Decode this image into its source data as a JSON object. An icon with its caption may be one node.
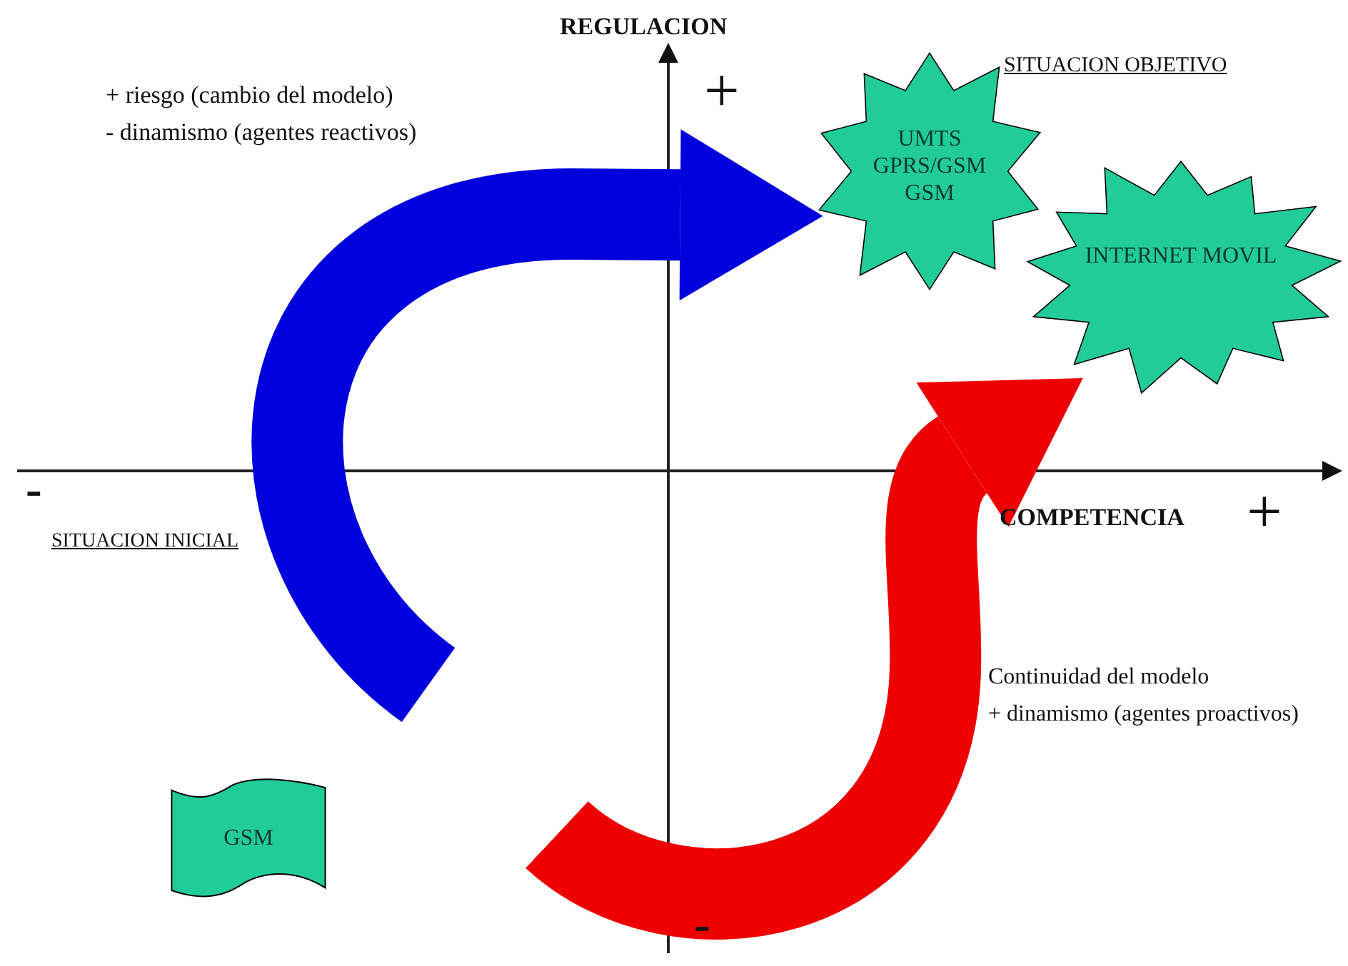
{
  "diagram": {
    "nodes": [
      {
        "text": [
          "UMTS GPRS/GSM GSM"
        ]
      },
      {
        "text": [
          "INTERNET MOVIL"
        ]
      },
      {
        "text": [
          "GSM"
        ]
      }
    ],
    "edges": [
      {
        "from": null,
        "to": 0,
        "arrow": "to",
        "color": "#0000dd"
      },
      {
        "from": null,
        "to": 1,
        "arrow": "to",
        "color": "#ee0000"
      }
    ],
    "labels": [
      "REGULACION",
      "+",
      "SITUACION OBJETIVO",
      "+ riesgo (cambio del modelo)",
      "- dinamismo (agentes reactivos)",
      "-",
      "SITUACION INICIAL",
      "COMPETENCIA",
      "+",
      "Continuidad del modelo",
      "+ dinamismo (agentes proactivos)",
      "-"
    ]
  }
}
